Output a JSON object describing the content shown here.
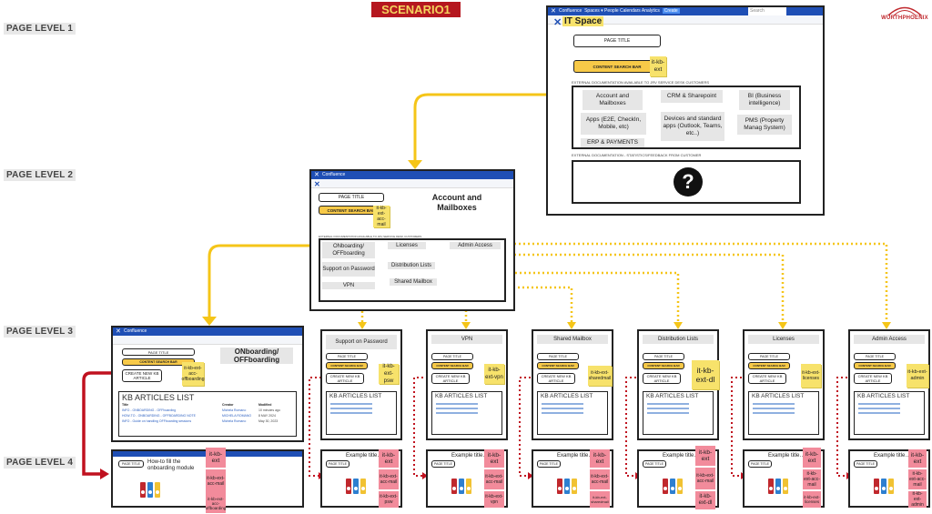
{
  "scenario": "SCENARIO1",
  "logo": "WÜRTHPHOENIX",
  "levels": [
    "PAGE LEVEL 1",
    "PAGE LEVEL 2",
    "PAGE LEVEL 3",
    "PAGE LEVEL 4"
  ],
  "colors": {
    "confluence_bar": "#1f4fb5",
    "sticky_yellow": "#f7e26b",
    "pink_note": "#f28b9b",
    "connector_yellow": "#f5c518",
    "connector_red": "#c0111f"
  },
  "confluence": {
    "brand": "Confluence",
    "nav": "Spaces ▾  People  Calendars  Analytics",
    "create": "Create",
    "search": "Search"
  },
  "common": {
    "page_title": "PAGE TITLE",
    "content_search_bar": "CONTENT SEARCH BAR",
    "create_new_kb": "CREATE NEW KB ARTICLE",
    "kb_articles_list": "KB ARTICLES LIST",
    "example_title": "Example title…"
  },
  "level1": {
    "space_title": "IT Space",
    "page_title": "PAGE TITLE",
    "search_bar": "CONTENT SEARCH BAR",
    "sticky": "it-kb-ext",
    "section1": "EXTERNAL DOCUMENTATION AVAILABLE TO JRV SERVICE DESK CUSTOMERS",
    "tiles": [
      "Account and Mailboxes",
      "CRM & Sharepoint",
      "BI (Business intelligence)",
      "Apps (E2E, CheckIn, Mobile, etc)",
      "Devices and standard apps (Outlook, Teams, etc..)",
      "PMS (Property Manag System)",
      "ERP & PAYMENTS"
    ],
    "section2": "EXTERNAL DOCUMENTATION - STATISTICS/FEEDBACK FROM CUSTOMER",
    "question": "?"
  },
  "level2": {
    "title": "Account and Mailboxes",
    "page_title": "PAGE TITLE",
    "search_bar": "CONTENT SEARCH BAR",
    "sticky": "it-kb-ext-acc-mail",
    "section": "EXTERNAL DOCUMENTATION AVAILABLE TO JRV SERVICE DESK CUSTOMERS",
    "tiles": [
      "ONboarding/ OFFboarding",
      "Licenses",
      "Admin Access",
      "Support on Password",
      "Distribution Lists",
      "Shared Mailbox",
      "VPN"
    ]
  },
  "level3": {
    "main": {
      "title": "ONboarding/ OFFboarding",
      "sticky": "it-kb-ext-acc-offboarding",
      "kb_list": "KB ARTICLES LIST",
      "table_headers": [
        "Title",
        "Creator",
        "Modified"
      ],
      "rows": [
        [
          "INFO - ONBOARDING - OFFboarding",
          "Michela Romano",
          "10 minutes ago"
        ],
        [
          "HOW-TO - ONBOARDING - OFFBOARDING NOTE",
          "MICHELA ROMANO",
          "8 MAY 2024"
        ],
        [
          "INFO - Guide on handling OFFboarding sessions",
          "Michela Romano",
          "May 30, 2023"
        ]
      ]
    },
    "pages": [
      {
        "title": "Support on Password",
        "sticky": "it-kb-ext-psw"
      },
      {
        "title": "VPN",
        "sticky": "it-kb-ext-vpn"
      },
      {
        "title": "Shared Mailbox",
        "sticky": "it-kb-ext-sharedmail"
      },
      {
        "title": "Distribution Lists",
        "sticky": "it-kb-ext-dl"
      },
      {
        "title": "Licenses",
        "sticky": "it-kb-ext-licenses"
      },
      {
        "title": "Admin Access",
        "sticky": "it-kb-ext-admin"
      }
    ]
  },
  "level4": {
    "main": {
      "title": "How-to fill the onboarding module",
      "notes": [
        "it-kb-ext",
        "it-kb-ext-acc-mail",
        "it-kb-ext-acc-offboarding"
      ]
    },
    "pages": [
      {
        "title": "Example title…",
        "notes": [
          "it-kb-ext",
          "it-kb-ext-acc-mail",
          "it-kb-ext-psw"
        ]
      },
      {
        "title": "Example title…",
        "notes": [
          "it-kb-ext",
          "it-kb-ext-acc-mail",
          "it-kb-ext-vpn"
        ]
      },
      {
        "title": "Example title…",
        "notes": [
          "it-kb-ext",
          "it-kb-ext-acc-mail",
          "it-kb-ext-sharedmail"
        ]
      },
      {
        "title": "Example title…",
        "notes": [
          "it-kb-ext",
          "it-kb-ext-acc-mail",
          "it-kb-ext-dl"
        ]
      },
      {
        "title": "Example title…",
        "notes": [
          "it-kb-ext",
          "it-kb-ext-acc-mail",
          "it-kb-ext-licenses"
        ]
      },
      {
        "title": "Example title…",
        "notes": [
          "it-kb-ext",
          "it-kb-ext-acc-mail",
          "it-kb-ext-admin"
        ]
      }
    ]
  }
}
